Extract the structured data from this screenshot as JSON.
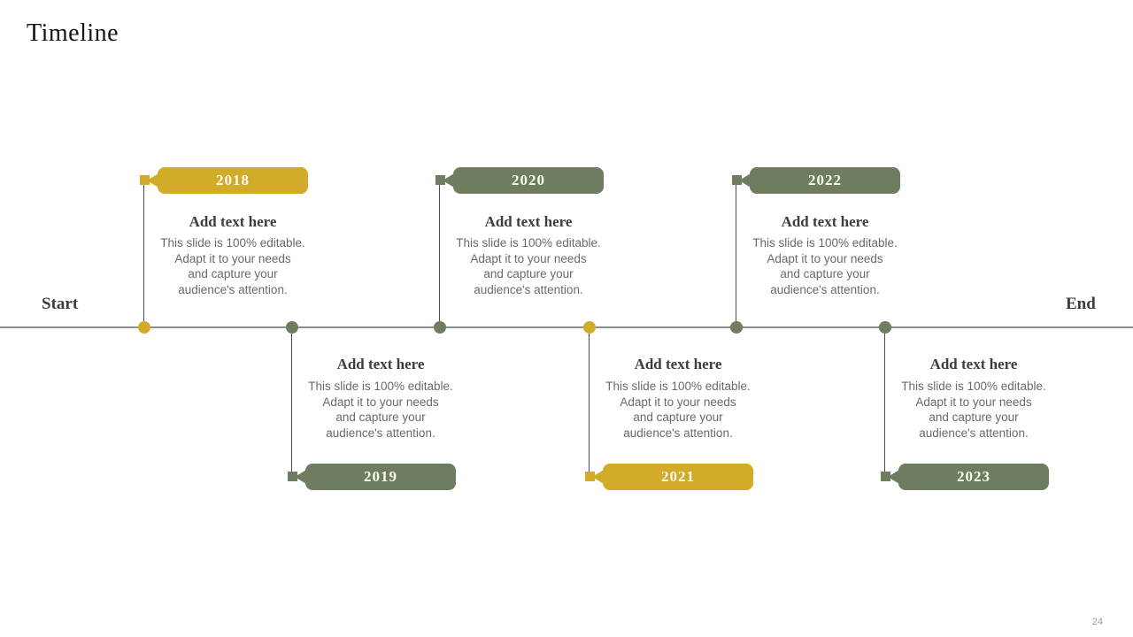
{
  "slide": {
    "title": "Timeline",
    "start_label": "Start",
    "end_label": "End",
    "page_number": "24"
  },
  "colors": {
    "yellow": "#d2ab29",
    "green": "#6e7d5f",
    "timeline_line": "#8f8f8f",
    "connector": "#4d4d4d",
    "heading_text": "#3d3d3d",
    "body_text": "#696969",
    "badge_text": "#fbf9f0"
  },
  "items": [
    {
      "year": "2018",
      "side": "top",
      "accent": "yellow",
      "heading": "Add text here",
      "body_lines": [
        "This slide is 100% editable.",
        "Adapt it to your needs",
        "and capture your",
        "audience's attention."
      ]
    },
    {
      "year": "2019",
      "side": "bottom",
      "accent": "green",
      "heading": "Add text here",
      "body_lines": [
        "This slide is 100% editable.",
        "Adapt it to your needs",
        "and capture your",
        "audience's attention."
      ]
    },
    {
      "year": "2020",
      "side": "top",
      "accent": "green",
      "heading": "Add text here",
      "body_lines": [
        "This slide is 100% editable.",
        "Adapt it to your needs",
        "and capture your",
        "audience's attention."
      ]
    },
    {
      "year": "2021",
      "side": "bottom",
      "accent": "yellow",
      "heading": "Add text here",
      "body_lines": [
        "This slide is 100% editable.",
        "Adapt it to your needs",
        "and capture your",
        "audience's attention."
      ]
    },
    {
      "year": "2022",
      "side": "top",
      "accent": "green",
      "heading": "Add text here",
      "body_lines": [
        "This slide is 100% editable.",
        "Adapt it to your needs",
        "and capture your",
        "audience's attention."
      ]
    },
    {
      "year": "2023",
      "side": "bottom",
      "accent": "green",
      "heading": "Add text here",
      "body_lines": [
        "This slide is 100% editable.",
        "Adapt it to your needs",
        "and capture your",
        "audience's attention."
      ]
    }
  ]
}
